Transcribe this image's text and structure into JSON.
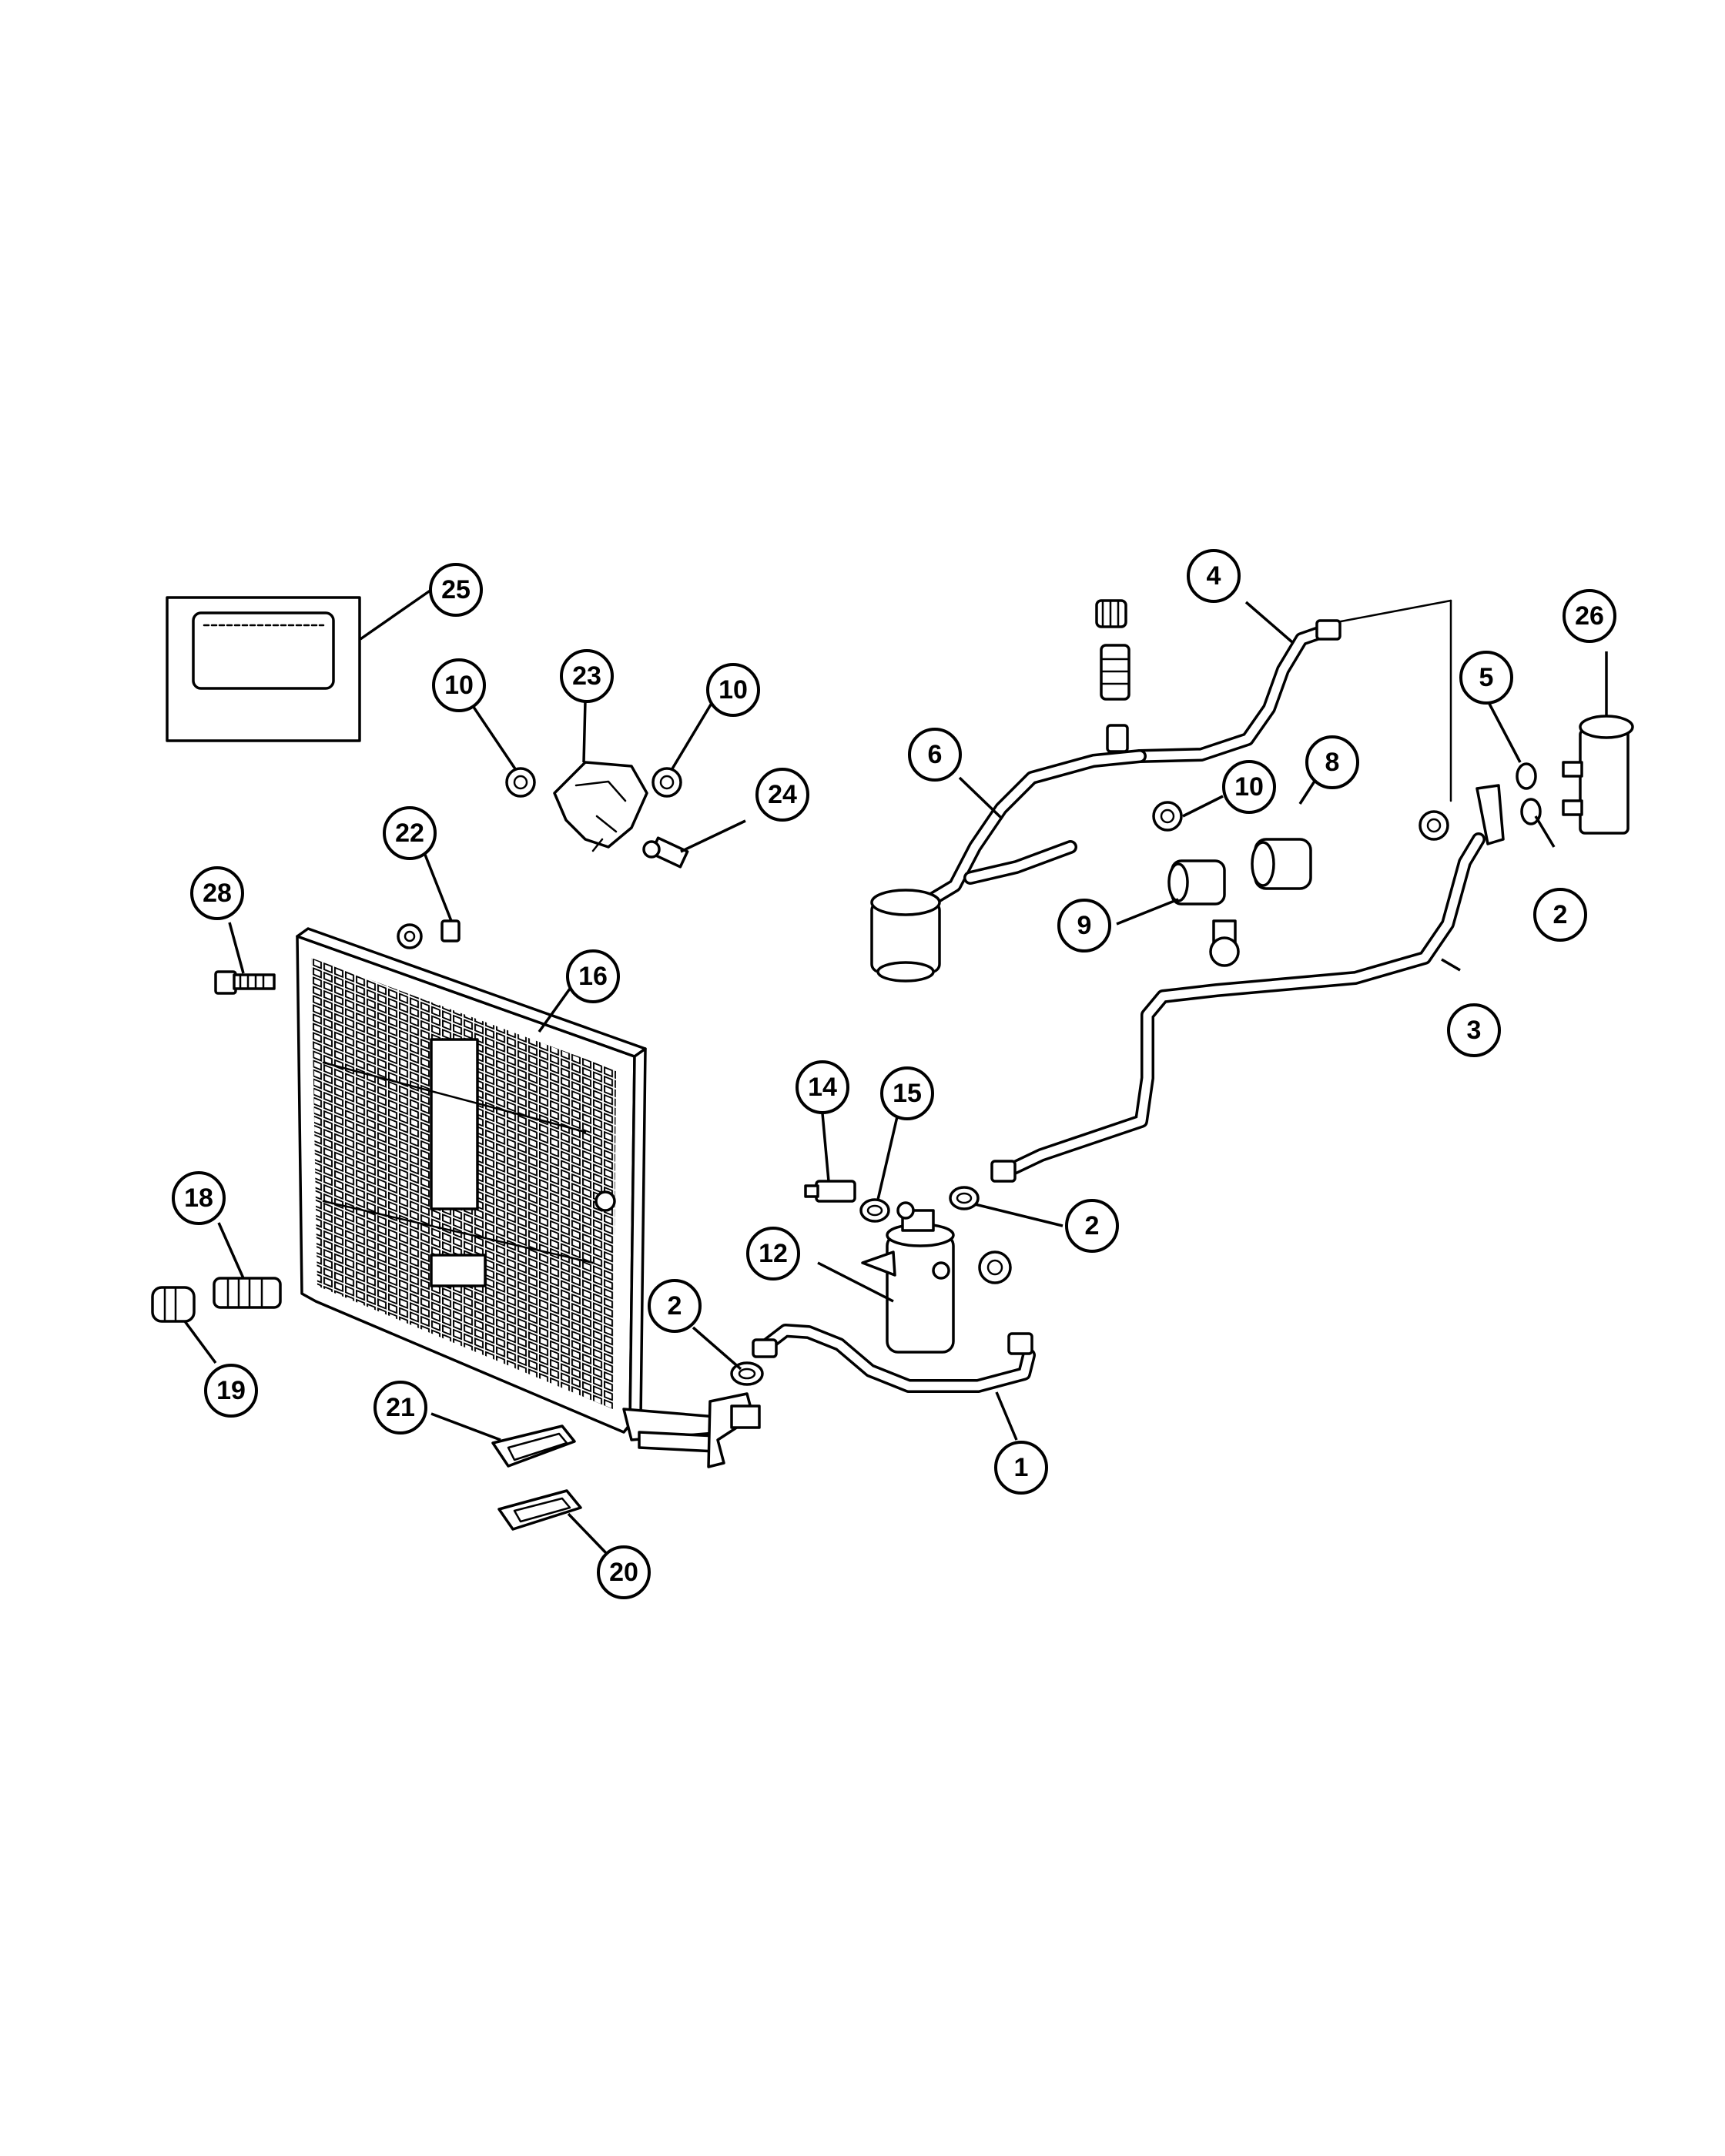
{
  "diagram": {
    "callouts": [
      {
        "id": "c25",
        "label": "25"
      },
      {
        "id": "c10a",
        "label": "10"
      },
      {
        "id": "c23",
        "label": "23"
      },
      {
        "id": "c10b",
        "label": "10"
      },
      {
        "id": "c24",
        "label": "24"
      },
      {
        "id": "c22",
        "label": "22"
      },
      {
        "id": "c28",
        "label": "28"
      },
      {
        "id": "c16",
        "label": "16"
      },
      {
        "id": "c18",
        "label": "18"
      },
      {
        "id": "c19",
        "label": "19"
      },
      {
        "id": "c21",
        "label": "21"
      },
      {
        "id": "c20",
        "label": "20"
      },
      {
        "id": "c2a",
        "label": "2"
      },
      {
        "id": "c12",
        "label": "12"
      },
      {
        "id": "c14",
        "label": "14"
      },
      {
        "id": "c15",
        "label": "15"
      },
      {
        "id": "c2b",
        "label": "2"
      },
      {
        "id": "c1",
        "label": "1"
      },
      {
        "id": "c4",
        "label": "4"
      },
      {
        "id": "c6",
        "label": "6"
      },
      {
        "id": "c10c",
        "label": "10"
      },
      {
        "id": "c8",
        "label": "8"
      },
      {
        "id": "c9",
        "label": "9"
      },
      {
        "id": "c5",
        "label": "5"
      },
      {
        "id": "c26",
        "label": "26"
      },
      {
        "id": "c2c",
        "label": "2"
      },
      {
        "id": "c3",
        "label": "3"
      }
    ]
  }
}
